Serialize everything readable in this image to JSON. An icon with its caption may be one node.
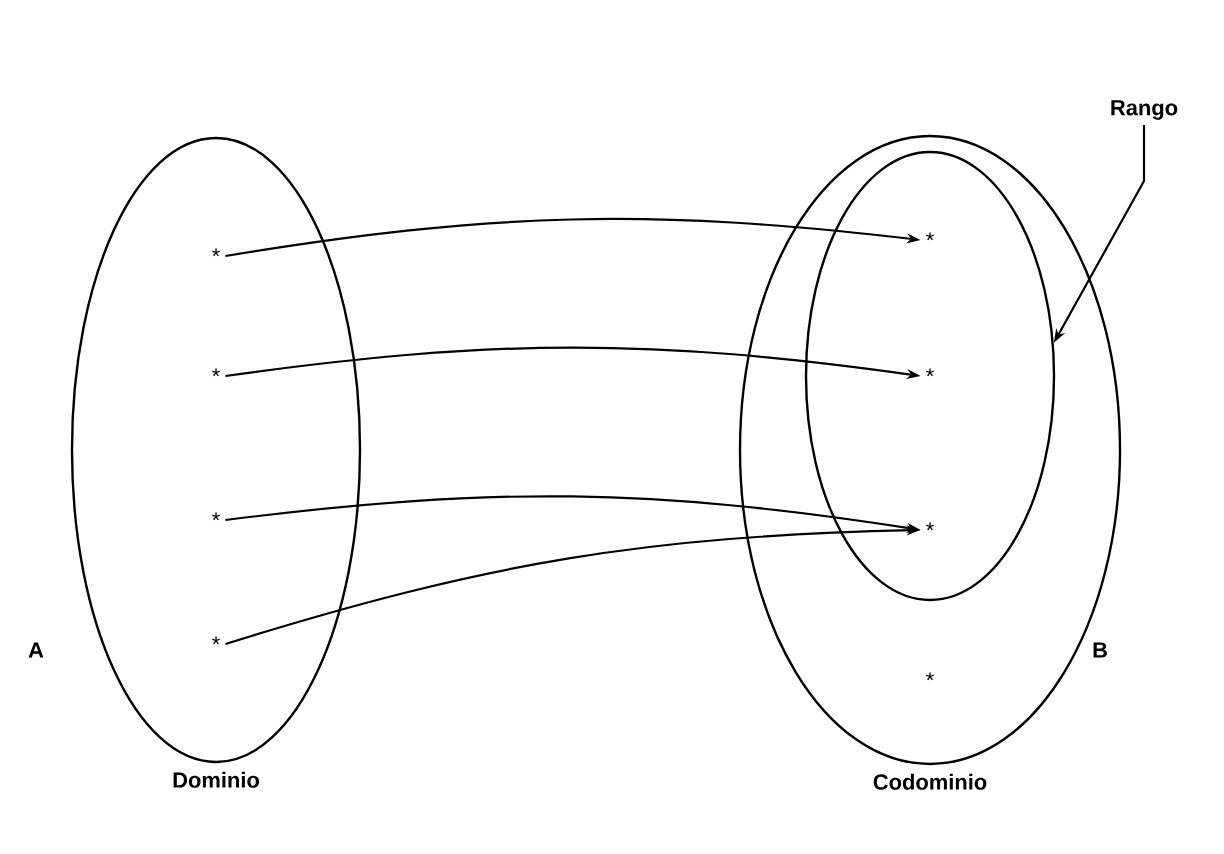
{
  "diagram": {
    "nodes": [
      {
        "text": [
          "Dominio"
        ],
        "beside": [
          "A"
        ]
      },
      {
        "text": [
          "*"
        ],
        "in": 0
      },
      {
        "text": [
          "*"
        ],
        "in": 0
      },
      {
        "text": [
          "*"
        ],
        "in": 0
      },
      {
        "text": [
          "*"
        ],
        "in": 0
      },
      {
        "text": [
          "Codominio"
        ],
        "beside": [
          "B"
        ]
      },
      {
        "text": [],
        "shape": "ellipse",
        "in": 5
      },
      {
        "text": [
          "*"
        ],
        "in": 6
      },
      {
        "text": [
          "*"
        ],
        "in": 6
      },
      {
        "text": [
          "*"
        ],
        "in": 6
      },
      {
        "text": [
          "*"
        ],
        "in": 5
      },
      {
        "text": [
          "Rango"
        ]
      }
    ],
    "edges": [
      {
        "from": 1,
        "to": 7,
        "arrow": "to"
      },
      {
        "from": 2,
        "to": 8,
        "arrow": "to"
      },
      {
        "from": 3,
        "to": 9,
        "arrow": "to"
      },
      {
        "from": 4,
        "to": 9,
        "arrow": "to"
      },
      {
        "from": 11,
        "to": 6,
        "arrow": "to"
      }
    ]
  }
}
